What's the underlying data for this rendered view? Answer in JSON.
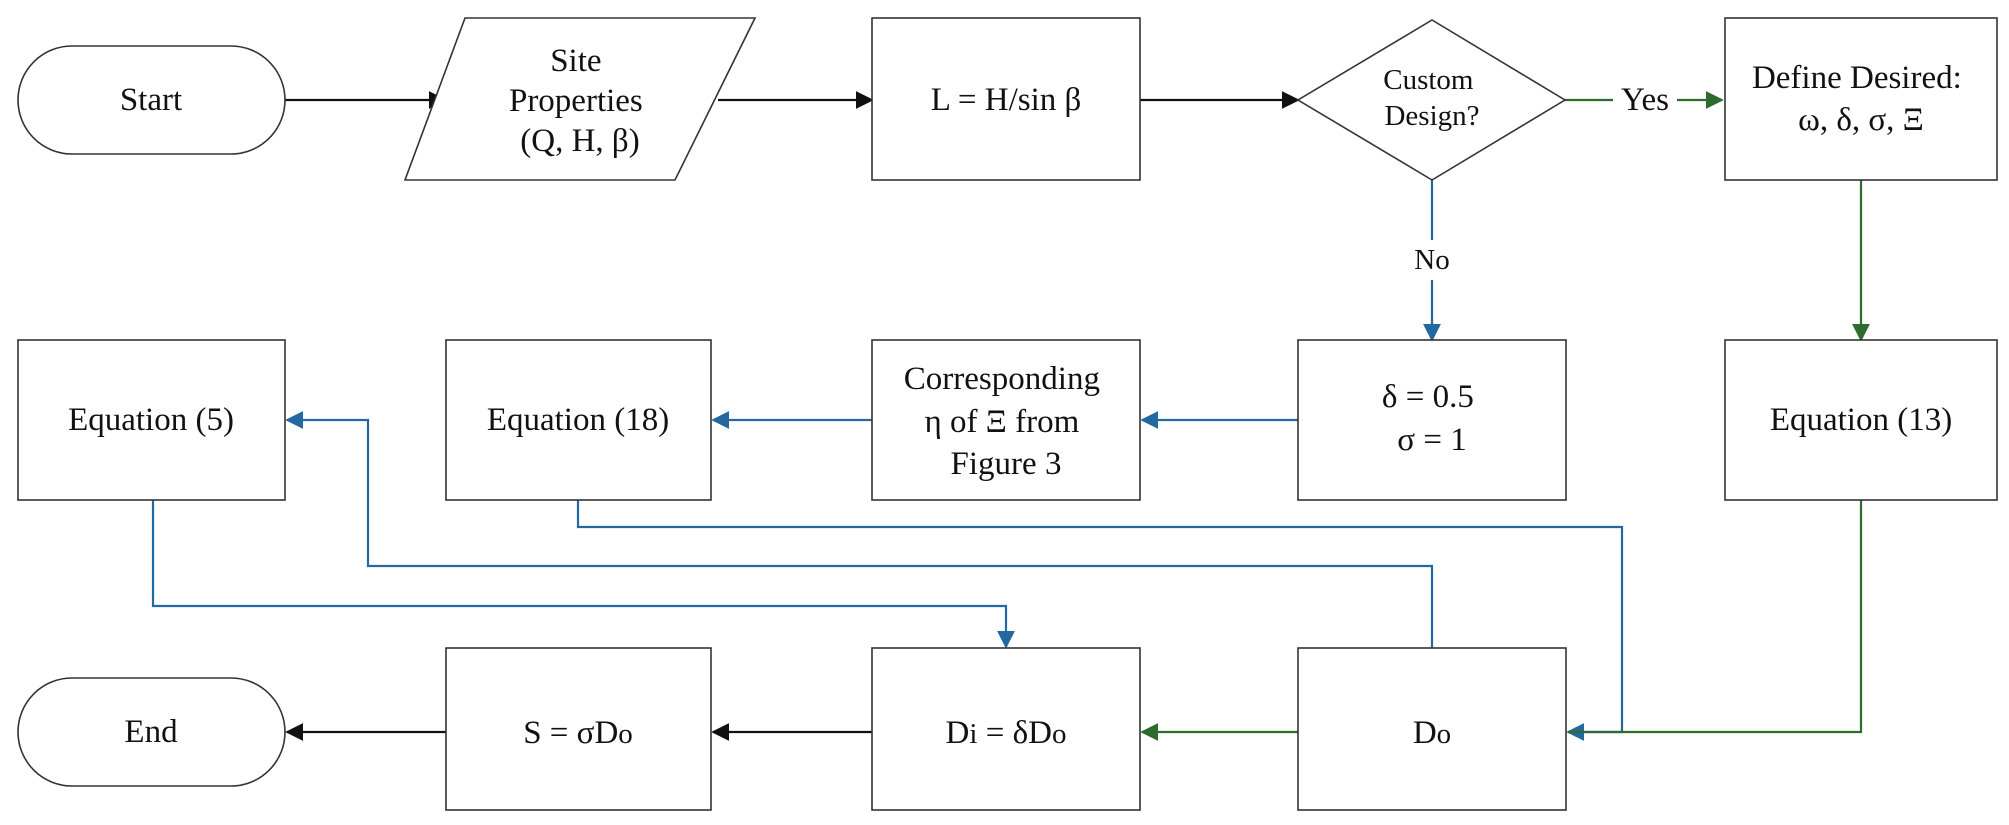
{
  "colors": {
    "black_edge": "#111111",
    "blue_edge": "#2468a2",
    "green_edge": "#2e6b2e",
    "node_border": "#333333"
  },
  "nodes": {
    "start": "Start",
    "site_properties": [
      "Site",
      "Properties",
      "(Q, H, β)"
    ],
    "length_formula": "L = H/sin β",
    "custom_design": [
      "Custom",
      "Design?"
    ],
    "define_desired": [
      "Define Desired:",
      "ω, δ, σ, Ξ"
    ],
    "equation_5": "Equation (5)",
    "equation_18": "Equation (18)",
    "corresponding_eta": [
      "Corresponding",
      "η of Ξ from",
      "Figure 3"
    ],
    "delta_sigma_defaults": [
      "δ = 0.5",
      "σ = 1"
    ],
    "equation_13": "Equation (13)",
    "end": "End",
    "spacing_formula": {
      "main": "S = σD",
      "sub": "o"
    },
    "inner_diameter_formula": {
      "main_1": "D",
      "sub_1": "i",
      "main_2": " = δD",
      "sub_2": "o"
    },
    "outer_diameter": {
      "main": "D",
      "sub": "o"
    }
  },
  "edge_labels": {
    "yes": "Yes",
    "no": "No"
  }
}
